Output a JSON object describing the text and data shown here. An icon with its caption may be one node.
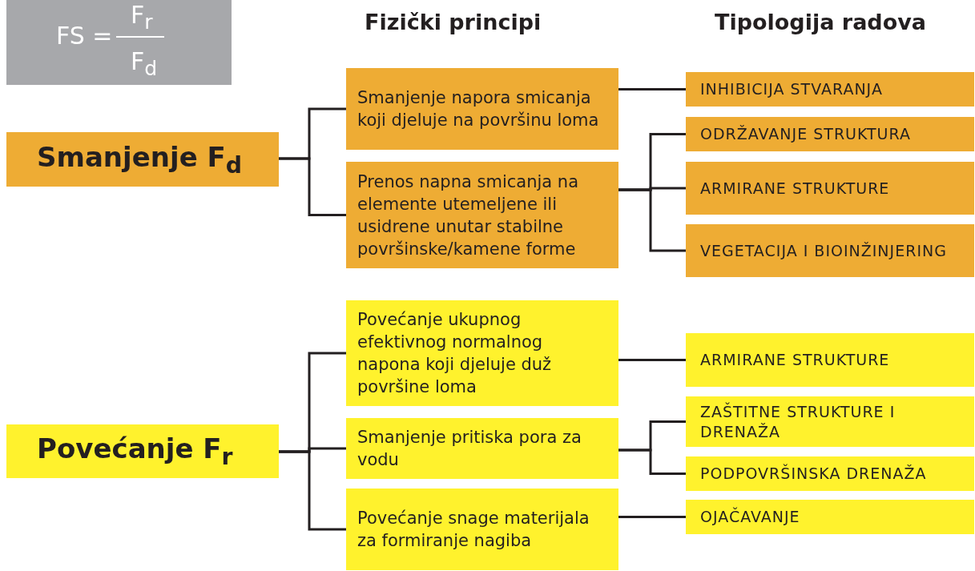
{
  "diagram": {
    "nodes": [
      {
        "text": [
          "FS =",
          "F$_{r}$",
          "F$_{d}$"
        ]
      },
      {
        "text": [
          "Smanjenje F$_{d}$"
        ]
      },
      {
        "text": [
          "Smanjenje napora smicanja koji djeluje na površinu loma"
        ]
      },
      {
        "text": [
          "Prenos napna smicanja na elemente utemeljene ili usidrene unutar stabilne površinske/kamene forme"
        ]
      },
      {
        "text": [
          "INHIBICIJA STVARANJA"
        ]
      },
      {
        "text": [
          "ODRŽAVANJE STRUKTURA"
        ]
      },
      {
        "text": [
          "ARMIRANE STRUKTURE"
        ]
      },
      {
        "text": [
          "VEGETACIJA I BIOINŽINJERING"
        ]
      },
      {
        "text": [
          "Povećanje F$_{r}$"
        ]
      },
      {
        "text": [
          "Povećanje ukupnog efektivnog normalnog napona koji djeluje duž površine loma"
        ]
      },
      {
        "text": [
          "Smanjenje pritiska pora za vodu"
        ]
      },
      {
        "text": [
          "Povećanje snage materijala za formiranje nagiba"
        ]
      },
      {
        "text": [
          "ARMIRANE STRUKTURE"
        ]
      },
      {
        "text": [
          "ZAŠTITNE STRUKTURE I DRENAŽA"
        ]
      },
      {
        "text": [
          "PODPOVRŠINSKA DRENAŽA"
        ]
      },
      {
        "text": [
          "OJAČAVANJE"
        ]
      }
    ],
    "edges": [
      {
        "from": 1,
        "to": 2,
        "arrow": "none"
      },
      {
        "from": 1,
        "to": 3,
        "arrow": "none"
      },
      {
        "from": 2,
        "to": 4,
        "arrow": "none"
      },
      {
        "from": 3,
        "to": 5,
        "arrow": "none"
      },
      {
        "from": 3,
        "to": 6,
        "arrow": "none"
      },
      {
        "from": 3,
        "to": 7,
        "arrow": "none"
      },
      {
        "from": 8,
        "to": 9,
        "arrow": "none"
      },
      {
        "from": 8,
        "to": 10,
        "arrow": "none"
      },
      {
        "from": 8,
        "to": 11,
        "arrow": "none"
      },
      {
        "from": 9,
        "to": 12,
        "arrow": "none"
      },
      {
        "from": 10,
        "to": 13,
        "arrow": "none"
      },
      {
        "from": 10,
        "to": 14,
        "arrow": "none"
      },
      {
        "from": 11,
        "to": 15,
        "arrow": "none"
      }
    ],
    "labels": [
      "Fizički principi",
      "Tipologija radova"
    ]
  }
}
